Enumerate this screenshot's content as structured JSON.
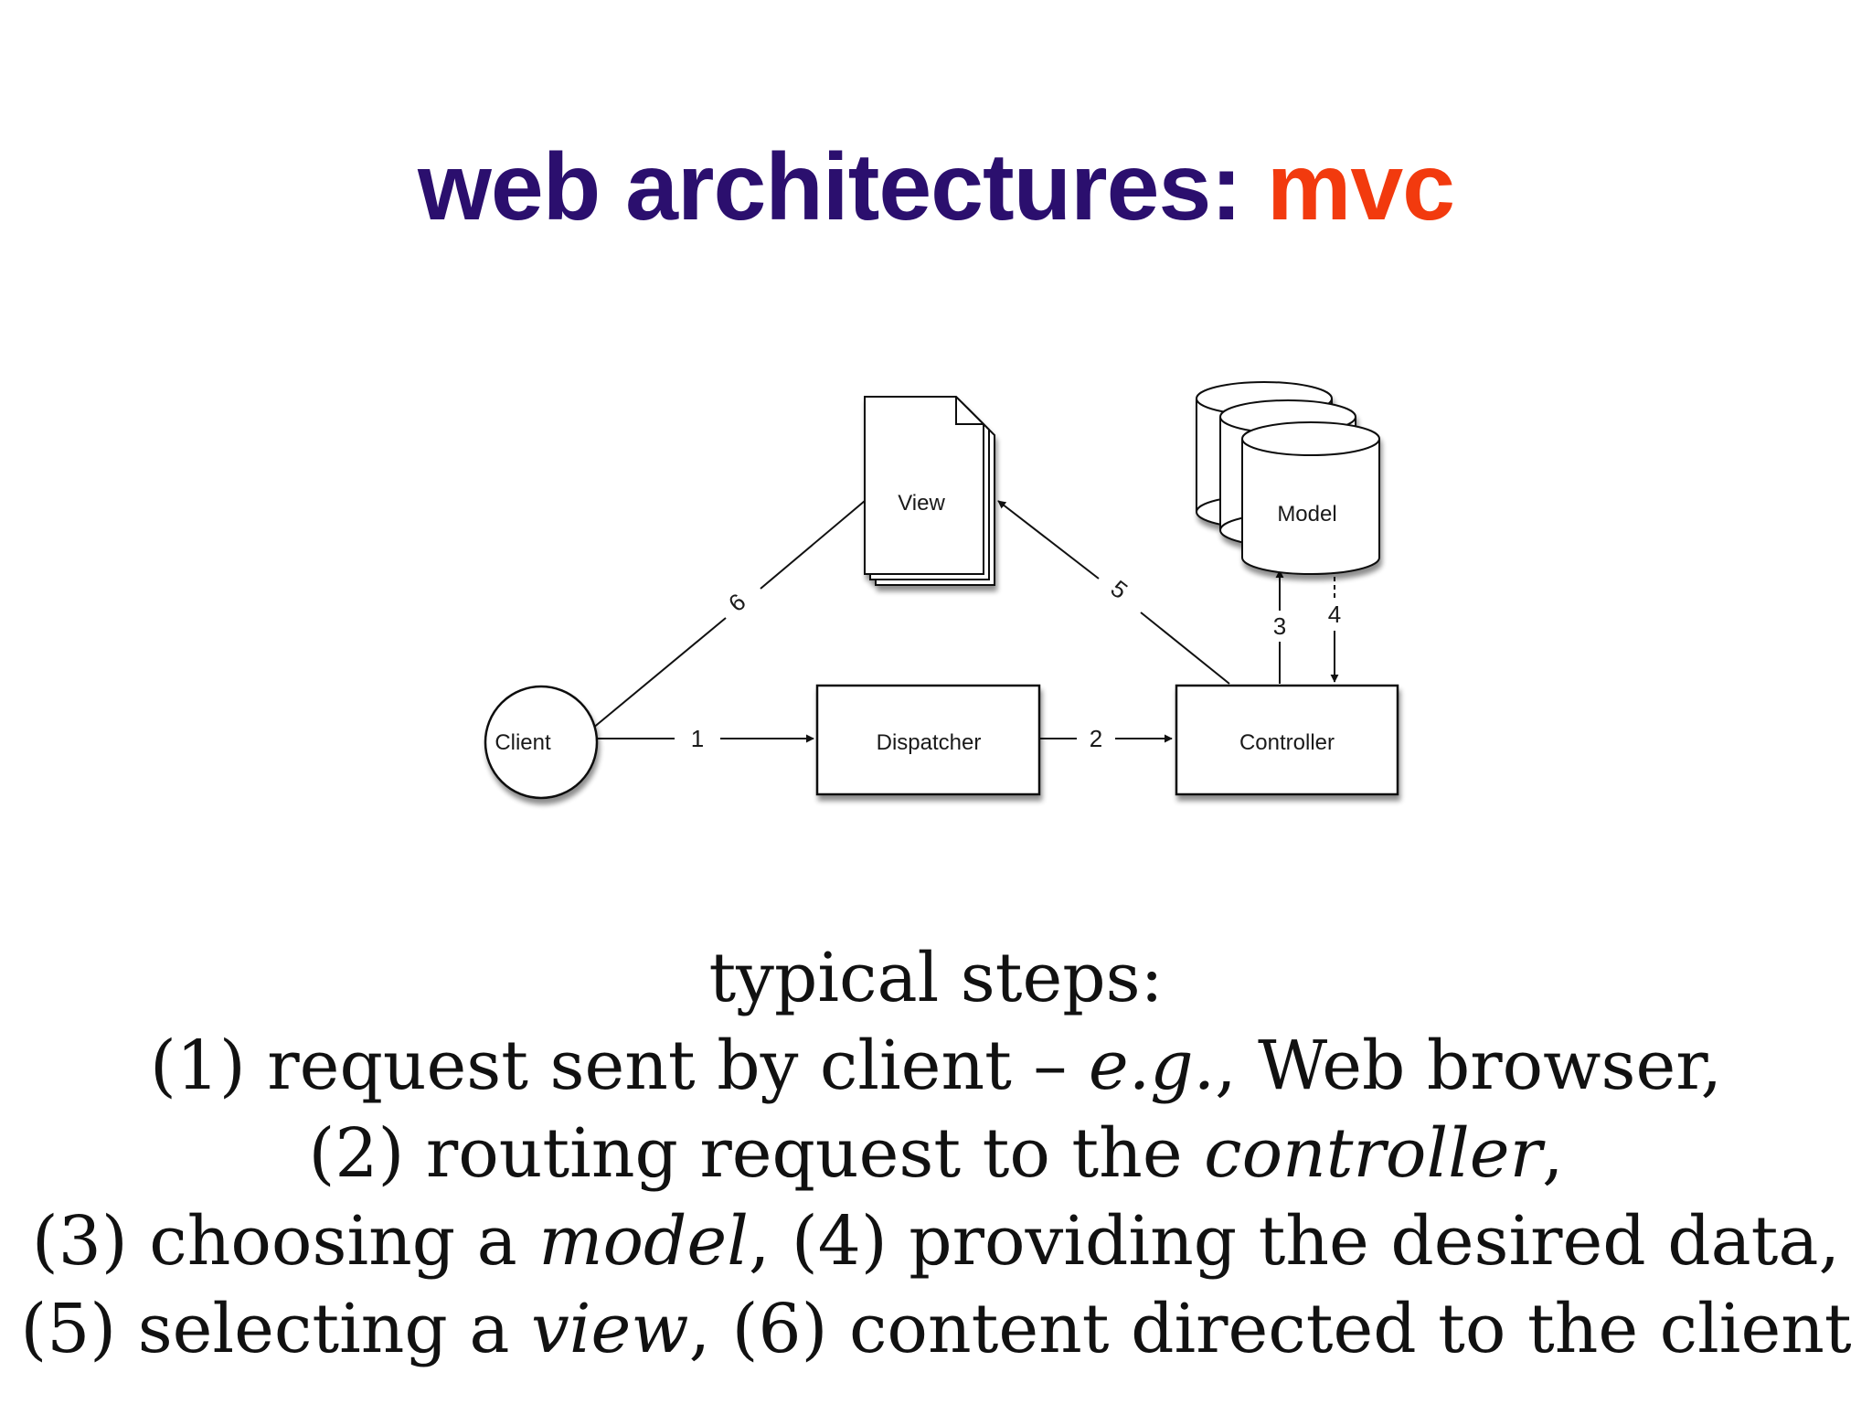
{
  "slide": {
    "title_main": "web architectures",
    "title_sep": ":",
    "title_accent": " mvc",
    "colors": {
      "title_main": "#2b0f6e",
      "title_accent": "#f23a0e"
    }
  },
  "diagram": {
    "nodes": {
      "client": "Client",
      "dispatcher": "Dispatcher",
      "controller": "Controller",
      "view": "View",
      "model": "Model"
    },
    "edges": {
      "client_to_dispatcher": "1",
      "dispatcher_to_controller": "2",
      "controller_to_model": "3",
      "model_to_controller": "4",
      "controller_to_view": "5",
      "view_to_client": "6"
    }
  },
  "steps": {
    "heading": "typical steps:",
    "l1_a": "(1) request sent by client – ",
    "l1_b": "e.g.",
    "l1_c": ", Web browser,",
    "l2_a": "(2) routing request to the ",
    "l2_b": "controller",
    "l2_c": ",",
    "l3_a": "(3) choosing a ",
    "l3_b": "model",
    "l3_c": ", (4) providing the desired data,",
    "l4_a": "(5) selecting a ",
    "l4_b": "view",
    "l4_c": ", (6) content directed to the client"
  }
}
